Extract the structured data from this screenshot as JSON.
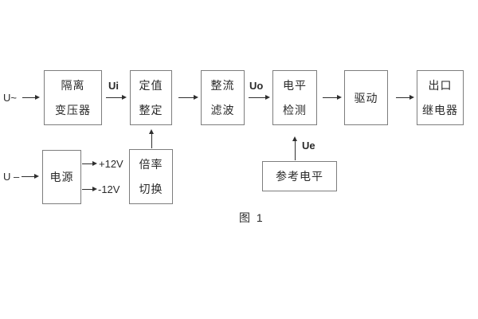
{
  "diagram": {
    "caption": "图 1",
    "inputs": {
      "ac_label": "U~",
      "dc_label": "U –"
    },
    "signals": {
      "ui": "Ui",
      "uo": "Uo",
      "ue": "Ue",
      "plus_12v": "+12V",
      "minus_12v": "-12V"
    },
    "blocks": {
      "isolation_transformer": {
        "line1": "隔离",
        "line2": "变压器"
      },
      "setting_adjust": {
        "line1": "定值",
        "line2": "整定"
      },
      "rectifier_filter": {
        "line1": "整流",
        "line2": "滤波"
      },
      "level_detector": {
        "line1": "电平",
        "line2": "检测"
      },
      "driver": {
        "line1": "驱动"
      },
      "output_relay": {
        "line1": "出口",
        "line2": "继电器"
      },
      "power_supply": {
        "line1": "电源"
      },
      "ratio_switch": {
        "line1": "倍率",
        "line2": "切换"
      },
      "reference_level": {
        "line1": "参考电平"
      }
    },
    "colors": {
      "background": "#ffffff",
      "box_border": "#7d7d7d",
      "line": "#2f2f2f",
      "text": "#2a2a2a"
    }
  }
}
